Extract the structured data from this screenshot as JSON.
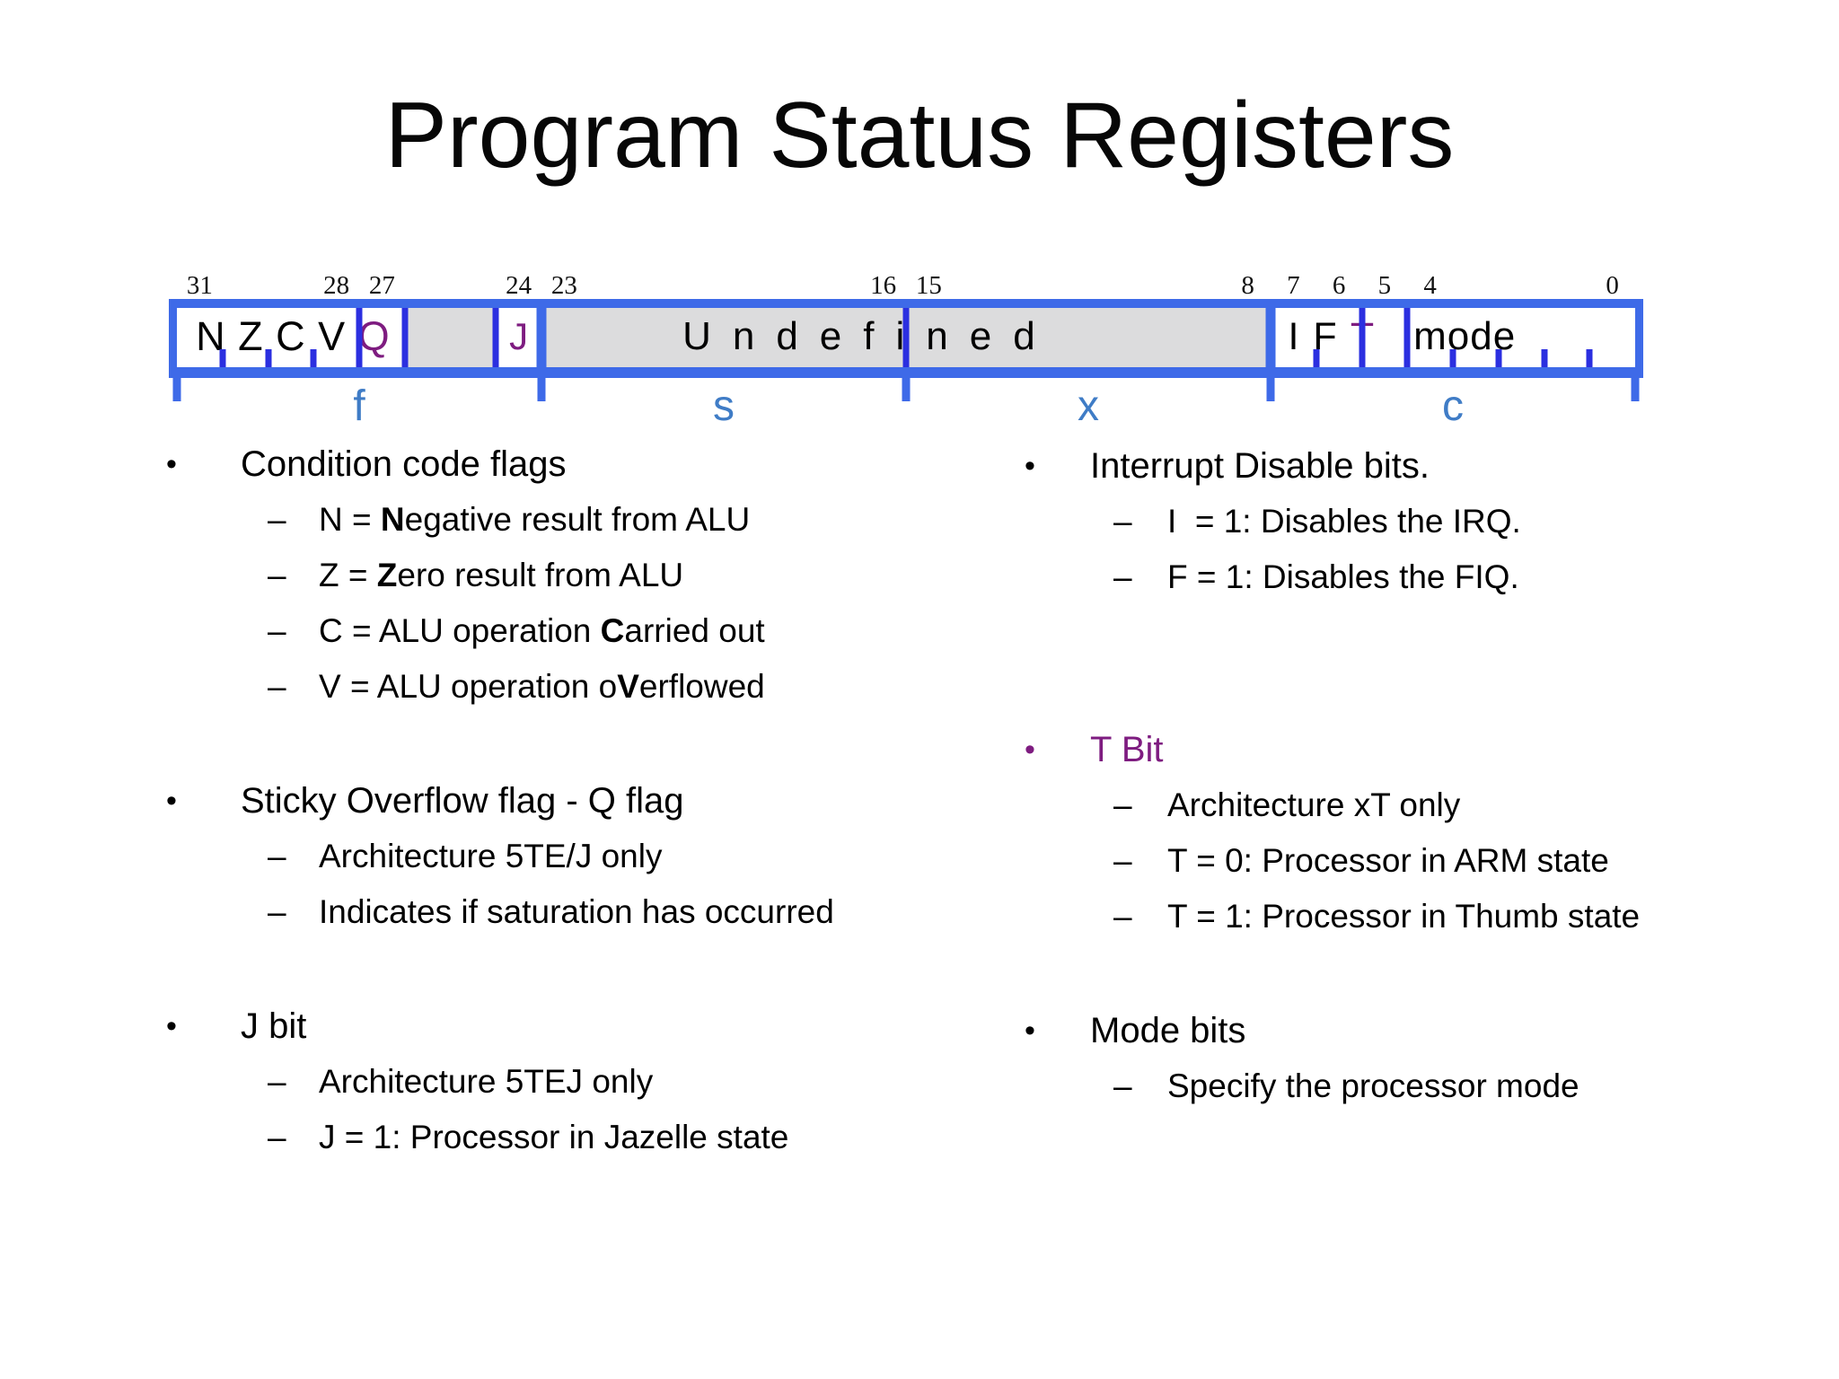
{
  "title": "Program Status Registers",
  "colors": {
    "border_blue": "#3E6AE8",
    "line_blue": "#2B2FE0",
    "label_blue": "#3F7CC6",
    "purple": "#7E1C80",
    "gray_fill": "#DCDCDD",
    "text": "#000000"
  },
  "register": {
    "bit_labels": [
      "31",
      "28",
      "27",
      "24",
      "23",
      "16",
      "15",
      "8",
      "7",
      "6",
      "5",
      "4",
      "0"
    ],
    "gray_spans": [
      [
        26,
        25
      ],
      [
        23,
        8
      ]
    ],
    "full_lines": [
      27,
      26,
      24,
      15,
      5,
      4
    ],
    "ticks": [
      30,
      29,
      28,
      6,
      3,
      2,
      1,
      0
    ],
    "section_borders": [
      23,
      7
    ],
    "sections": [
      {
        "label": "f",
        "from": 31,
        "to": 24
      },
      {
        "label": "s",
        "from": 23,
        "to": 16
      },
      {
        "label": "x",
        "from": 15,
        "to": 8
      },
      {
        "label": "c",
        "from": 7,
        "to": 0
      }
    ],
    "texts": [
      {
        "name": "flags-letters",
        "style": "rt-flags",
        "segments": [
          {
            "t": "N Z C V "
          },
          {
            "t": "Q",
            "purple": true
          }
        ]
      },
      {
        "name": "j-bit-letter",
        "style": "rt-jcell",
        "segments": [
          {
            "t": "J",
            "purple": true
          }
        ]
      },
      {
        "name": "undefined-label",
        "style": "rt-undef",
        "segments": [
          {
            "t": "Undefined"
          }
        ]
      },
      {
        "name": "ift-letters",
        "style": "rt-ift",
        "segments": [
          {
            "t": "I F "
          },
          {
            "t": "T",
            "purple": true
          }
        ]
      },
      {
        "name": "mode-label",
        "style": "rt-mode",
        "segments": [
          {
            "t": "mode"
          }
        ]
      }
    ]
  },
  "columns": {
    "left": [
      {
        "type": "h",
        "segments": [
          {
            "t": "Condition code flags"
          }
        ]
      },
      {
        "type": "s",
        "segments": [
          {
            "t": "N = "
          },
          {
            "t": "N",
            "bold": true
          },
          {
            "t": "egative result from ALU"
          }
        ]
      },
      {
        "type": "s",
        "segments": [
          {
            "t": "Z = "
          },
          {
            "t": "Z",
            "bold": true
          },
          {
            "t": "ero result from ALU"
          }
        ]
      },
      {
        "type": "s",
        "segments": [
          {
            "t": "C = ALU operation "
          },
          {
            "t": "C",
            "bold": true
          },
          {
            "t": "arried out"
          }
        ]
      },
      {
        "type": "s",
        "segments": [
          {
            "t": "V = ALU operation o"
          },
          {
            "t": "V",
            "bold": true
          },
          {
            "t": "erflowed"
          }
        ]
      },
      {
        "type": "gap"
      },
      {
        "type": "h",
        "segments": [
          {
            "t": "Sticky Overflow flag - Q flag"
          }
        ]
      },
      {
        "type": "s",
        "segments": [
          {
            "t": "Architecture 5TE/J only"
          }
        ]
      },
      {
        "type": "s",
        "segments": [
          {
            "t": "Indicates if saturation has occurred"
          }
        ]
      },
      {
        "type": "gap"
      },
      {
        "type": "h",
        "segments": [
          {
            "t": "J bit"
          }
        ]
      },
      {
        "type": "s",
        "segments": [
          {
            "t": "Architecture 5TEJ only"
          }
        ]
      },
      {
        "type": "s",
        "segments": [
          {
            "t": "J = 1: Processor in Jazelle state"
          }
        ]
      }
    ],
    "right": [
      {
        "type": "h",
        "segments": [
          {
            "t": "Interrupt Disable bits."
          }
        ]
      },
      {
        "type": "s",
        "segments": [
          {
            "t": "I  = 1: Disables the IRQ."
          }
        ]
      },
      {
        "type": "s",
        "segments": [
          {
            "t": "F = 1: Disables the FIQ."
          }
        ]
      },
      {
        "type": "gap"
      },
      {
        "type": "gap"
      },
      {
        "type": "h",
        "purple": true,
        "segments": [
          {
            "t": "T Bit"
          }
        ]
      },
      {
        "type": "s",
        "segments": [
          {
            "t": "Architecture xT only"
          }
        ]
      },
      {
        "type": "s",
        "segments": [
          {
            "t": "T = 0: Processor in ARM state"
          }
        ]
      },
      {
        "type": "s",
        "segments": [
          {
            "t": "T = 1: Processor in Thumb state"
          }
        ]
      },
      {
        "type": "gap"
      },
      {
        "type": "h",
        "segments": [
          {
            "t": "Mode bits"
          }
        ]
      },
      {
        "type": "s",
        "segments": [
          {
            "t": "Specify the processor mode"
          }
        ]
      }
    ]
  }
}
